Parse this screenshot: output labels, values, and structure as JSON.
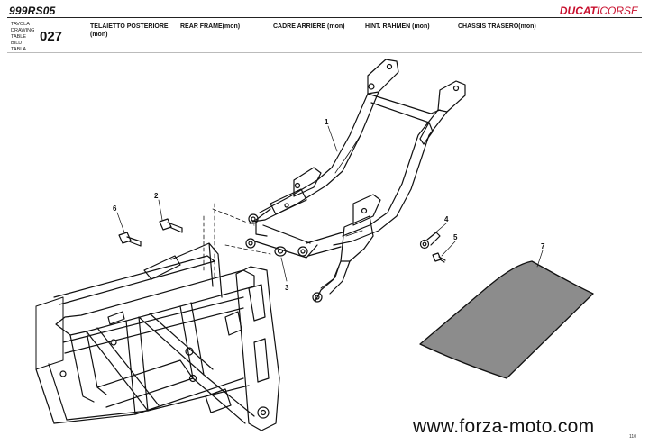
{
  "header": {
    "model": "999RS05",
    "brand_bold": "DUCATI",
    "brand_light": "CORSE",
    "table_labels": [
      "TAVOLA",
      "DRAWING",
      "TABLE",
      "BILD",
      "TABLA"
    ],
    "table_number": "027",
    "titles": [
      {
        "line1": "TELAIETTO POSTERIORE",
        "line2": "(mon)"
      },
      {
        "line1": "REAR FRAME(mon)",
        "line2": ""
      },
      {
        "line1": "CADRE ARRIERE (mon)",
        "line2": ""
      },
      {
        "line1": "HINT. RAHMEN (mon)",
        "line2": ""
      },
      {
        "line1": "CHASSIS TRASERO(mon)",
        "line2": ""
      }
    ]
  },
  "callouts": [
    "1",
    "2",
    "3",
    "4",
    "5",
    "6",
    "7"
  ],
  "colors": {
    "ink": "#111111",
    "pad_fill": "#8c8c8c",
    "brand_red": "#c8102e"
  },
  "footer": {
    "url": "www.forza-moto.com",
    "page_number": "110"
  }
}
